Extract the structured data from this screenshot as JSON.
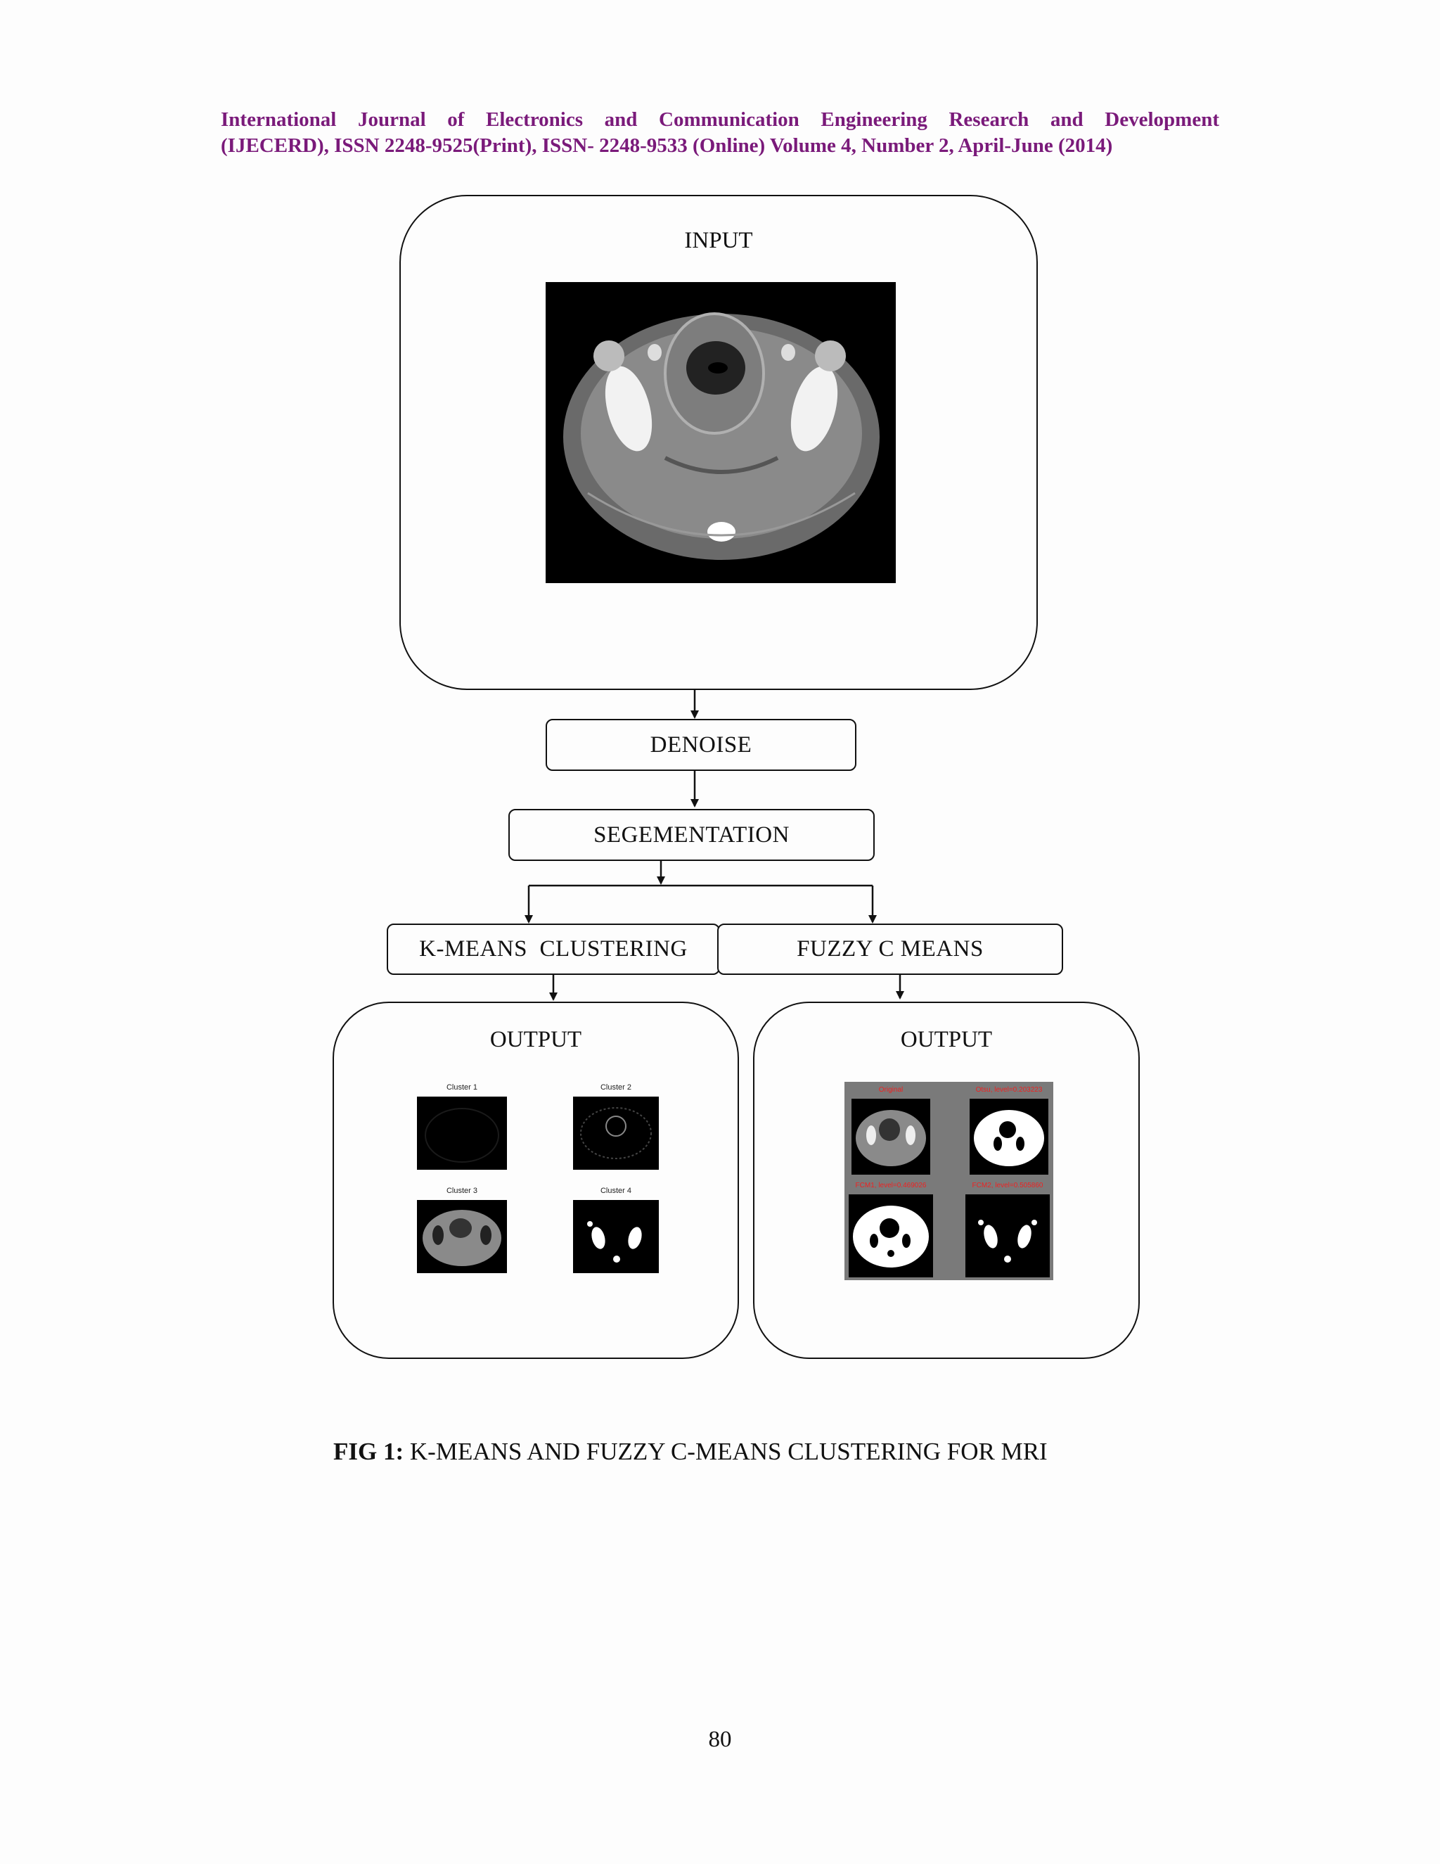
{
  "header": {
    "line1": "International Journal of Electronics and Communication Engineering Research and Development",
    "line2": "(IJECERD), ISSN 2248-9525(Print), ISSN- 2248-9533 (Online) Volume 4, Number 2, April-June (2014)"
  },
  "diagram": {
    "input_title": "INPUT",
    "denoise": "DENOISE",
    "segmentation": "SEGEMENTATION",
    "kmeans": "K-MEANS  CLUSTERING",
    "fcm": "FUZZY C MEANS",
    "output_left_title": "OUTPUT",
    "output_right_title": "OUTPUT",
    "kmeans_panels": [
      "Cluster 1",
      "Cluster 2",
      "Cluster 3",
      "Cluster 4"
    ],
    "fcm_panels": [
      "Original",
      "Otsu, level=0.203223",
      "FCM1, level=0.469026",
      "FCM2, level=0.505860"
    ]
  },
  "caption": {
    "label": "FIG 1:",
    "text": " K-MEANS AND FUZZY C-MEANS CLUSTERING FOR MRI"
  },
  "page_number": "80"
}
